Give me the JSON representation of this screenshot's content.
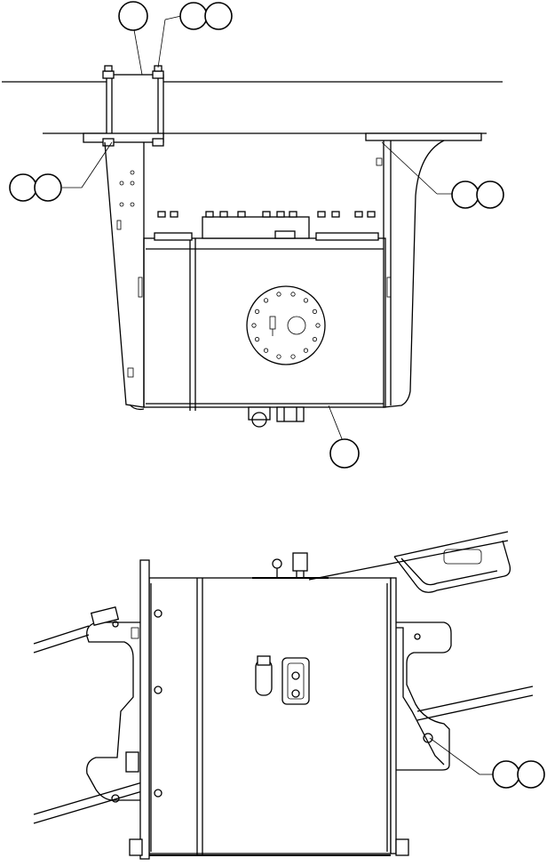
{
  "figure": {
    "views": [
      {
        "id": "top-view",
        "description_label": ""
      },
      {
        "id": "side-view",
        "description_label": ""
      }
    ],
    "callouts": [
      {
        "id": "callout-1",
        "type": "single",
        "text": ""
      },
      {
        "id": "callout-2",
        "type": "double",
        "text": [
          "",
          ""
        ]
      },
      {
        "id": "callout-3",
        "type": "double",
        "text": [
          "",
          ""
        ]
      },
      {
        "id": "callout-4",
        "type": "double",
        "text": [
          "",
          ""
        ]
      },
      {
        "id": "callout-5",
        "type": "single",
        "text": ""
      },
      {
        "id": "callout-6",
        "type": "double",
        "text": [
          "",
          ""
        ]
      }
    ],
    "line_color": "#000000",
    "background": "#ffffff"
  }
}
